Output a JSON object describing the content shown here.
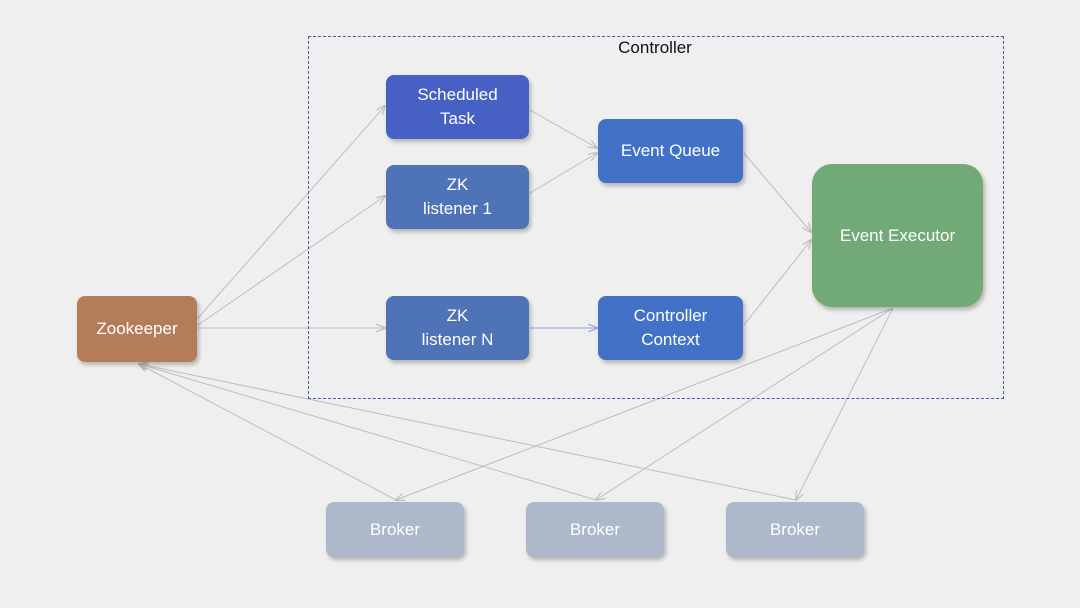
{
  "controller": {
    "title": "Controller"
  },
  "nodes": {
    "scheduled_task": {
      "label": "Scheduled\nTask"
    },
    "zk_listener_1": {
      "label": "ZK\nlistener 1"
    },
    "zk_listener_n": {
      "label": "ZK\nlistener N"
    },
    "event_queue": {
      "label": "Event Queue"
    },
    "controller_context": {
      "label": "Controller\nContext"
    },
    "event_executor": {
      "label": "Event Executor"
    },
    "zookeeper": {
      "label": "Zookeeper"
    },
    "broker_1": {
      "label": "Broker"
    },
    "broker_2": {
      "label": "Broker"
    },
    "broker_3": {
      "label": "Broker"
    }
  },
  "colors": {
    "scheduled_task": "#4660c3",
    "zk_listener": "#4f73b7",
    "event_queue": "#4272c8",
    "event_executor": "#71a977",
    "zookeeper": "#b57c5a",
    "broker": "#adb8cb",
    "arrow": "#bdbdbd",
    "arrow_highlight": "#8fa2d6",
    "boundary": "#3f5f9e"
  }
}
